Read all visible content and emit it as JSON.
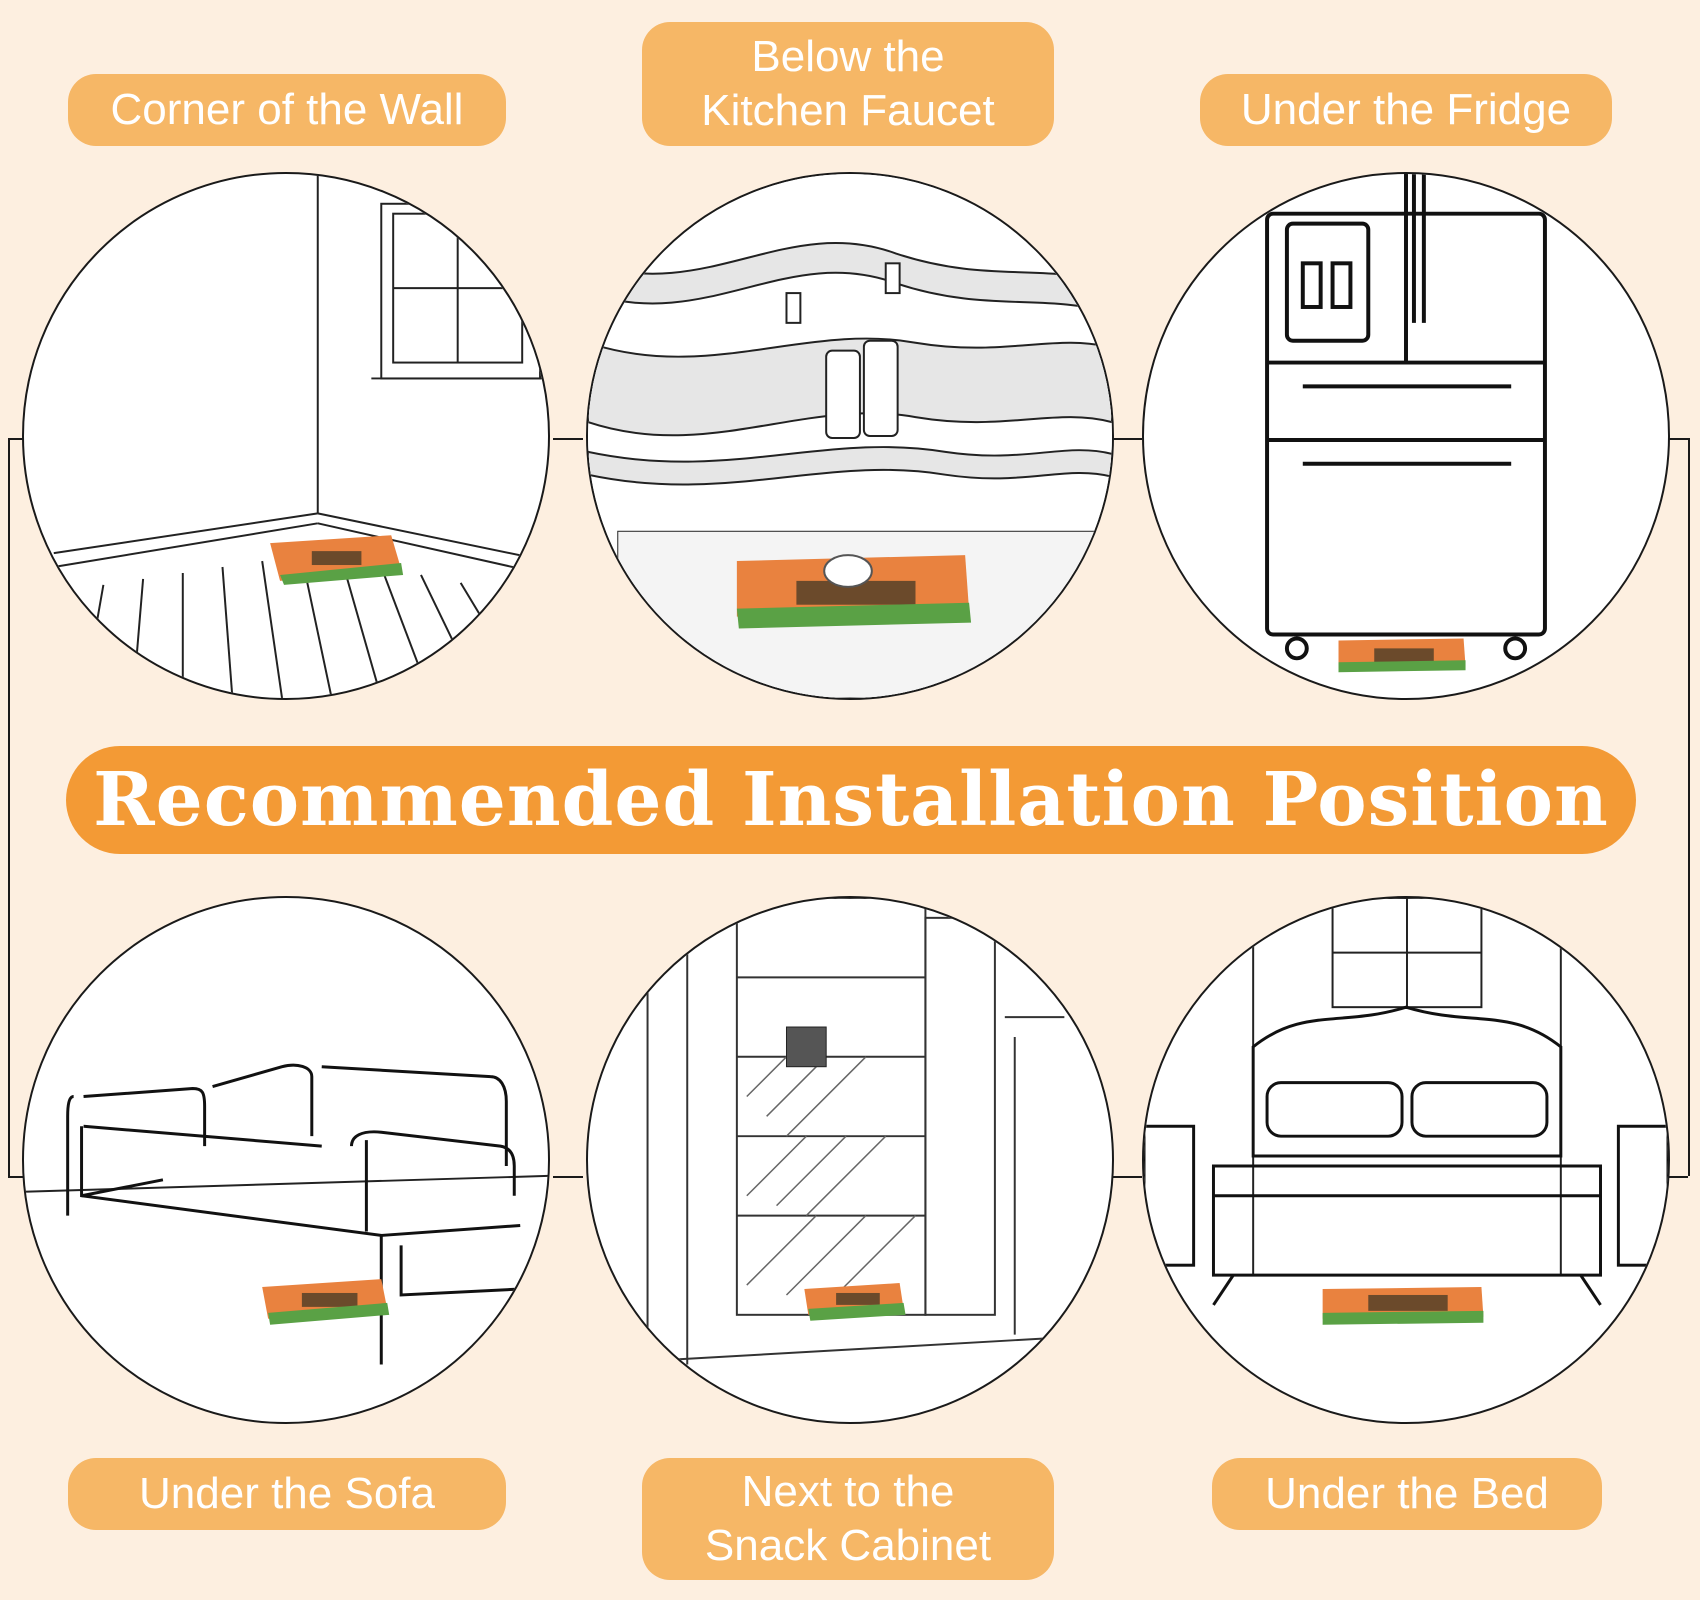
{
  "headline": "Recommended Installation Position",
  "positions": [
    {
      "lines": [
        "Corner of the Wall"
      ],
      "icon": "wall-corner"
    },
    {
      "lines": [
        "Below the",
        "Kitchen Faucet"
      ],
      "icon": "pipes"
    },
    {
      "lines": [
        "Under the Fridge"
      ],
      "icon": "fridge"
    },
    {
      "lines": [
        "Under the Sofa"
      ],
      "icon": "sofa"
    },
    {
      "lines": [
        "Next to the",
        "Snack Cabinet"
      ],
      "icon": "cabinet"
    },
    {
      "lines": [
        "Under the Bed"
      ],
      "icon": "bed"
    }
  ],
  "colors": {
    "background": "#fdefe0",
    "label": "#f6b766",
    "banner": "#f39a35",
    "trap": "#e9823f"
  }
}
